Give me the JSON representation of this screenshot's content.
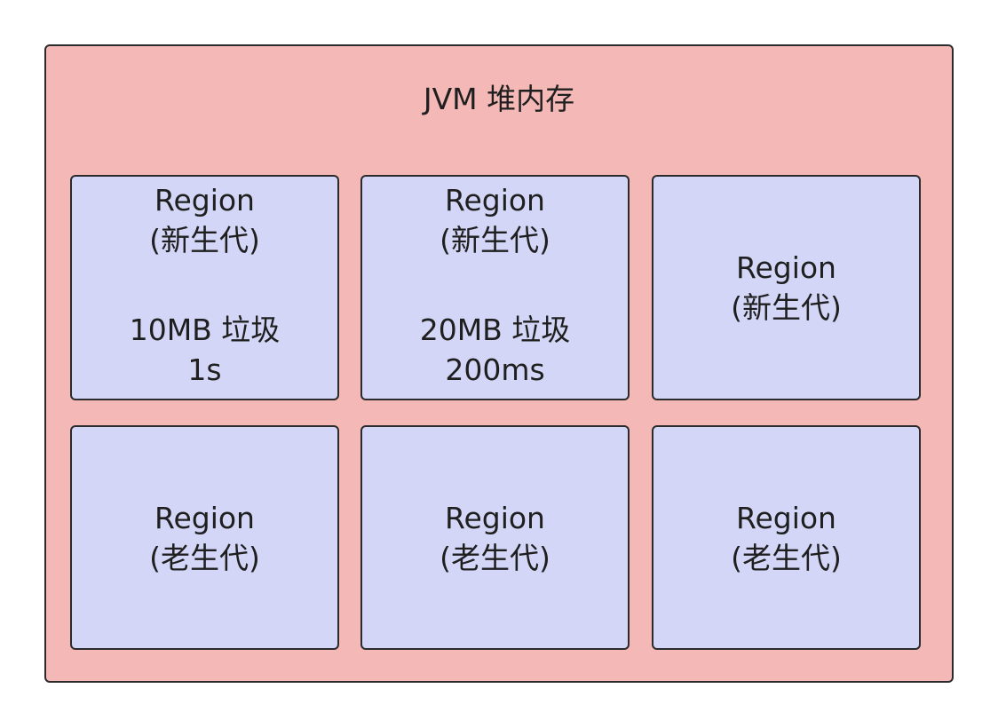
{
  "heap": {
    "title": "JVM 堆内存"
  },
  "regions": [
    {
      "name": "Region",
      "generation": "(新生代)",
      "garbage": "10MB 垃圾",
      "time": "1s"
    },
    {
      "name": "Region",
      "generation": "(新生代)",
      "garbage": "20MB 垃圾",
      "time": "200ms"
    },
    {
      "name": "Region",
      "generation": "(新生代)"
    },
    {
      "name": "Region",
      "generation": "(老生代)"
    },
    {
      "name": "Region",
      "generation": "(老生代)"
    },
    {
      "name": "Region",
      "generation": "(老生代)"
    }
  ],
  "colors": {
    "heap_fill": "#f4b8b7",
    "region_fill": "#d3d6f6",
    "border": "#2b2b2b"
  }
}
